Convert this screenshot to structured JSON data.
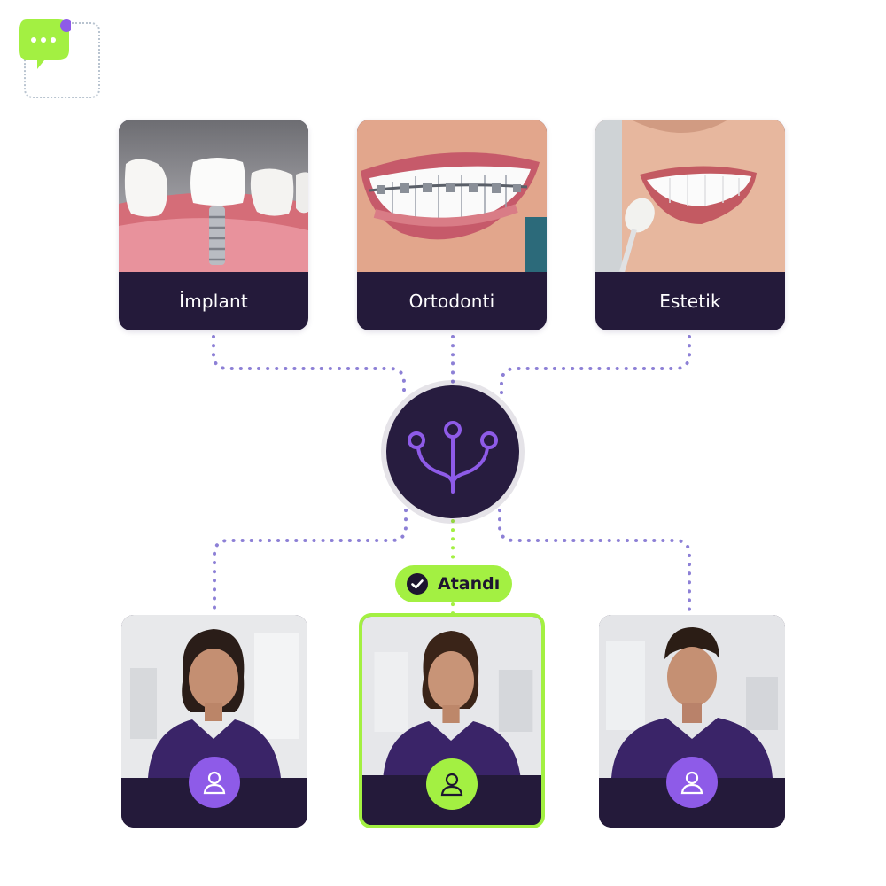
{
  "colors": {
    "brand_lime": "#a3f042",
    "brand_purple": "#8e5be8",
    "card_dark": "#241a3a",
    "connector_purple": "#8d80d6",
    "connector_lime": "#a3f042"
  },
  "logo": {
    "icon": "chat-bubble-icon"
  },
  "services": [
    {
      "label": "İmplant",
      "icon": "dental-implant-photo"
    },
    {
      "label": "Ortodonti",
      "icon": "braces-smile-photo"
    },
    {
      "label": "Estetik",
      "icon": "veneer-smile-photo"
    }
  ],
  "hub": {
    "icon": "branching-tree-icon"
  },
  "assignment": {
    "label": "Atandı",
    "icon": "check-circle-icon"
  },
  "staff": [
    {
      "icon": "user-icon",
      "selected": false
    },
    {
      "icon": "user-icon",
      "selected": true
    },
    {
      "icon": "user-icon",
      "selected": false
    }
  ]
}
